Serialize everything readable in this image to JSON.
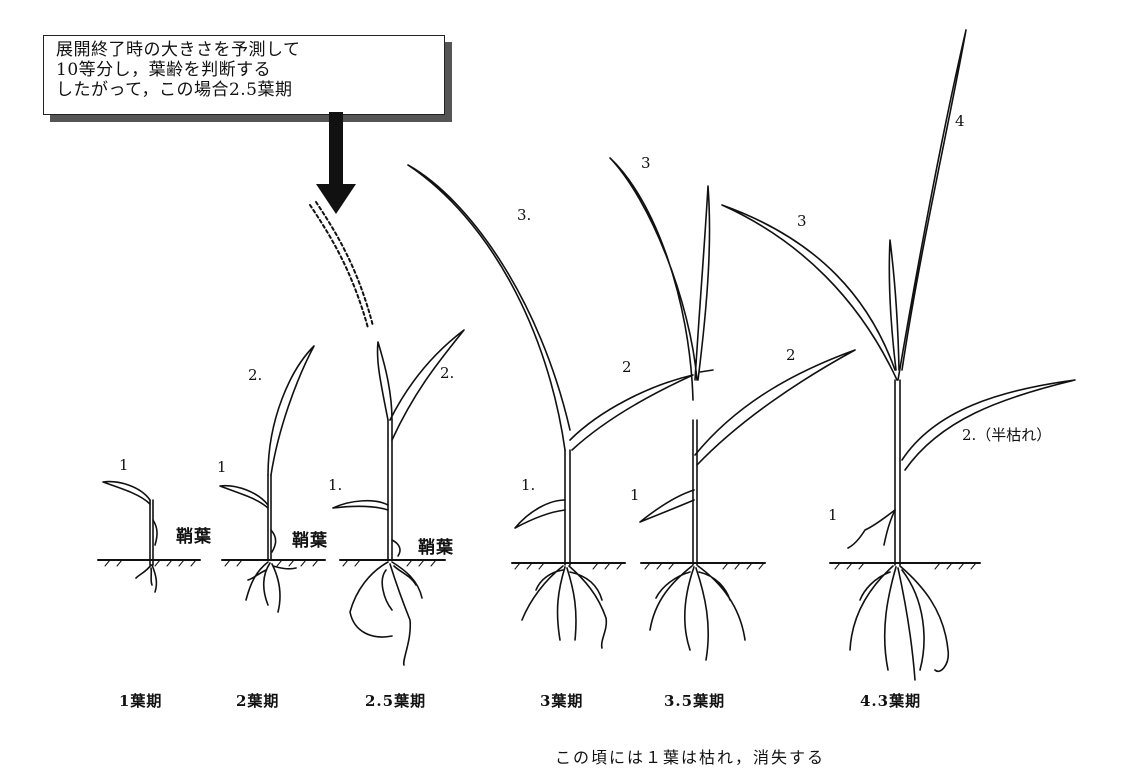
{
  "note": {
    "lines": [
      "展開終了時の大きさを予測して",
      "10等分し，葉齢を判断する",
      "したがって，この場合2.5葉期"
    ]
  },
  "plants": [
    {
      "stage": "1葉期",
      "sheath": "鞘葉",
      "leaves": [
        "1"
      ]
    },
    {
      "stage": "2葉期",
      "sheath": "鞘葉",
      "leaves": [
        "1",
        "2."
      ]
    },
    {
      "stage": "2.5葉期",
      "sheath": "鞘葉",
      "leaves": [
        "1.",
        "2."
      ]
    },
    {
      "stage": "3葉期",
      "leaves": [
        "1.",
        "2",
        "3."
      ]
    },
    {
      "stage": "3.5葉期",
      "leaves": [
        "1",
        "2",
        "3"
      ]
    },
    {
      "stage": "4.3葉期",
      "leaves": [
        "1",
        "2.（半枯れ）",
        "3",
        "4"
      ]
    }
  ],
  "footnote": "この頃には１葉は枯れ，消失する"
}
